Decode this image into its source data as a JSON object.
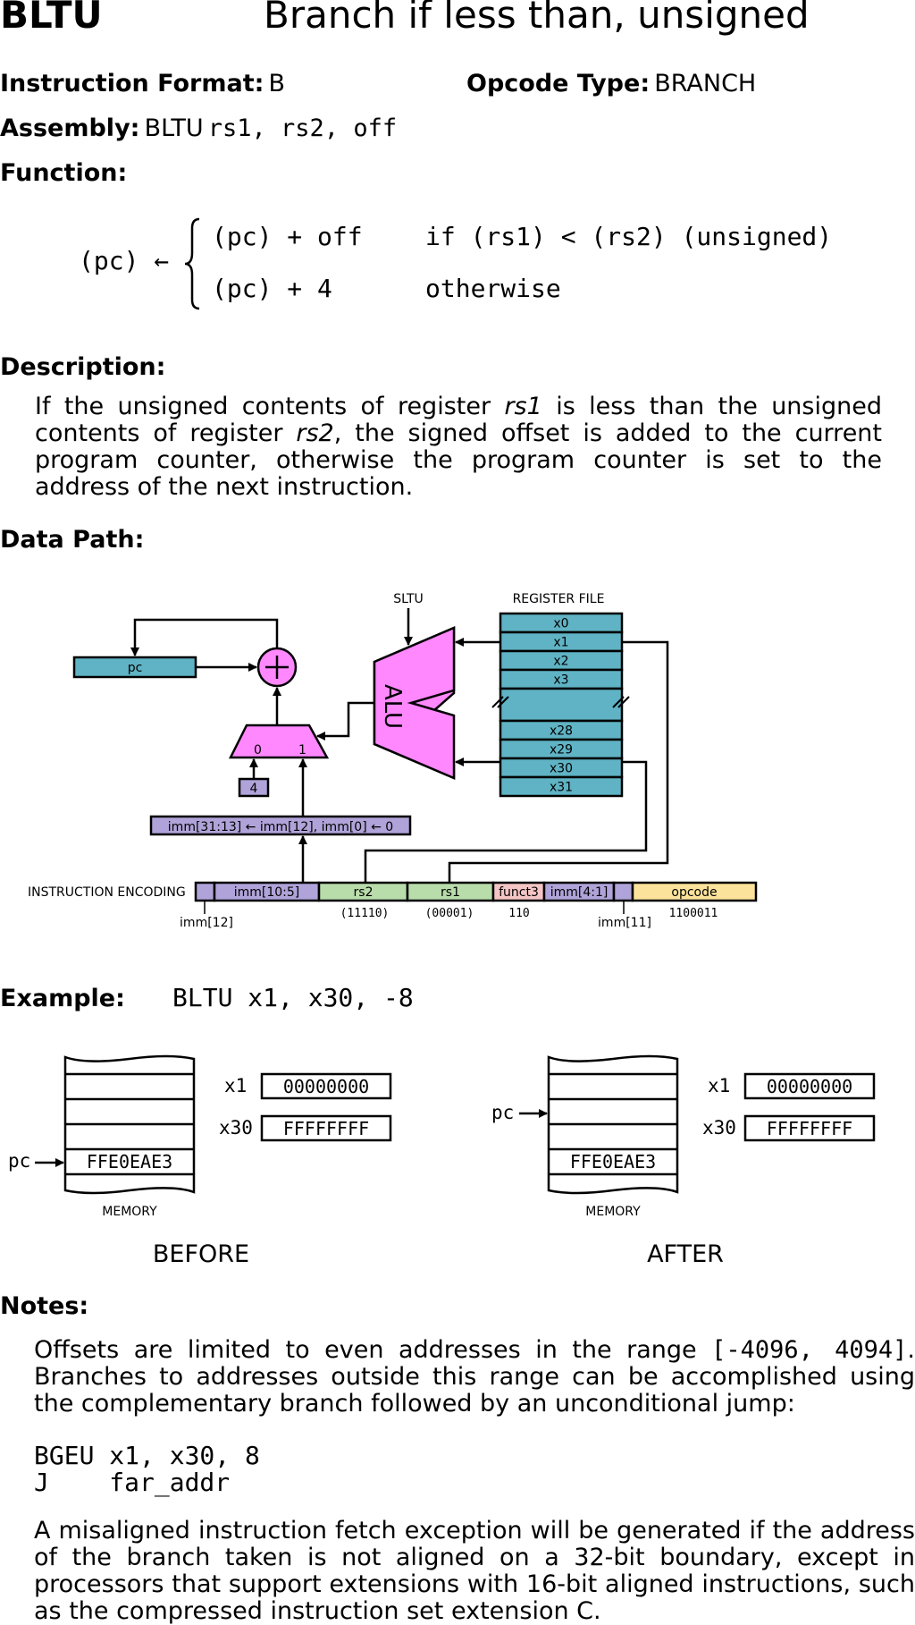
{
  "header": {
    "mnemonic": "BLTU",
    "title": "Branch if less than, unsigned"
  },
  "format": {
    "label": "Instruction Format:",
    "value": "B"
  },
  "opcode_type": {
    "label": "Opcode Type:",
    "value": "BRANCH"
  },
  "assembly": {
    "label": "Assembly:",
    "mnemonic": "BLTU",
    "operands": "rs1, rs2, off"
  },
  "function": {
    "label": "Function:",
    "lhs": "(pc) ←",
    "cases": [
      {
        "expr": "(pc) + off",
        "cond": "if (rs1) < (rs2) (unsigned)"
      },
      {
        "expr": "(pc) + 4",
        "cond": "otherwise"
      }
    ]
  },
  "description": {
    "label": "Description:",
    "parts": [
      "If the unsigned contents of register ",
      "rs1",
      " is less than the unsigned contents of register ",
      "rs2",
      ", the signed offset is added to the current program counter, otherwise the program counter is set to the address of the next instruction."
    ]
  },
  "datapath": {
    "label": "Data Path:",
    "sltu": "SLTU",
    "regfile_title": "REGISTER FILE",
    "registers": [
      "x0",
      "x1",
      "x2",
      "x3",
      "",
      "x28",
      "x29",
      "x30",
      "x31"
    ],
    "pc": "pc",
    "alu": "ALU",
    "mux0": "0",
    "mux1": "1",
    "four": "4",
    "imm_box": "imm[31:13] ← imm[12], imm[0] ← 0",
    "encoding_label": "INSTRUCTION ENCODING",
    "fields": [
      {
        "name": "",
        "color": "#b0a3d9"
      },
      {
        "name": "imm[10:5]",
        "color": "#b0a3d9"
      },
      {
        "name": "rs2",
        "color": "#b8dcaa"
      },
      {
        "name": "rs1",
        "color": "#b8dcaa"
      },
      {
        "name": "funct3",
        "color": "#f5c5c5"
      },
      {
        "name": "imm[4:1]",
        "color": "#b0a3d9"
      },
      {
        "name": "",
        "color": "#b0a3d9"
      },
      {
        "name": "opcode",
        "color": "#fce39b"
      }
    ],
    "below": [
      "imm[12]",
      "(11110)",
      "(00001)",
      "110",
      "imm[11]",
      "1100011"
    ],
    "colors": {
      "teal": "#5fb3c4",
      "magenta": "#ff88ff",
      "lavender": "#b0a3d9"
    }
  },
  "example": {
    "label": "Example:",
    "code": "BLTU x1, x30, -8",
    "before": {
      "mem_word": "FFE0EAE3",
      "mem_label": "MEMORY",
      "pc": "pc",
      "x1_label": "x1",
      "x1": "00000000",
      "x30_label": "x30",
      "x30": "FFFFFFFF",
      "caption": "BEFORE"
    },
    "after": {
      "mem_word": "FFE0EAE3",
      "mem_label": "MEMORY",
      "pc": "pc",
      "x1_label": "x1",
      "x1": "00000000",
      "x30_label": "x30",
      "x30": "FFFFFFFF",
      "caption": "AFTER"
    }
  },
  "notes": {
    "label": "Notes:",
    "p1_a": "Offsets are limited to even addresses in the range ",
    "p1_range": "[-4096, 4094]",
    "p1_b": ". Branches to addresses outside this range can be accomplished using the complementary branch followed by an unconditional jump:",
    "code1": "BGEU x1, x30, 8",
    "code2": "J    far_addr",
    "p2": "A misaligned instruction fetch exception will be generated if the address of the branch taken is not aligned on a 32-bit boundary, except in processors that support extensions with 16-bit aligned instructions, such as the compressed instruction set extension C."
  }
}
